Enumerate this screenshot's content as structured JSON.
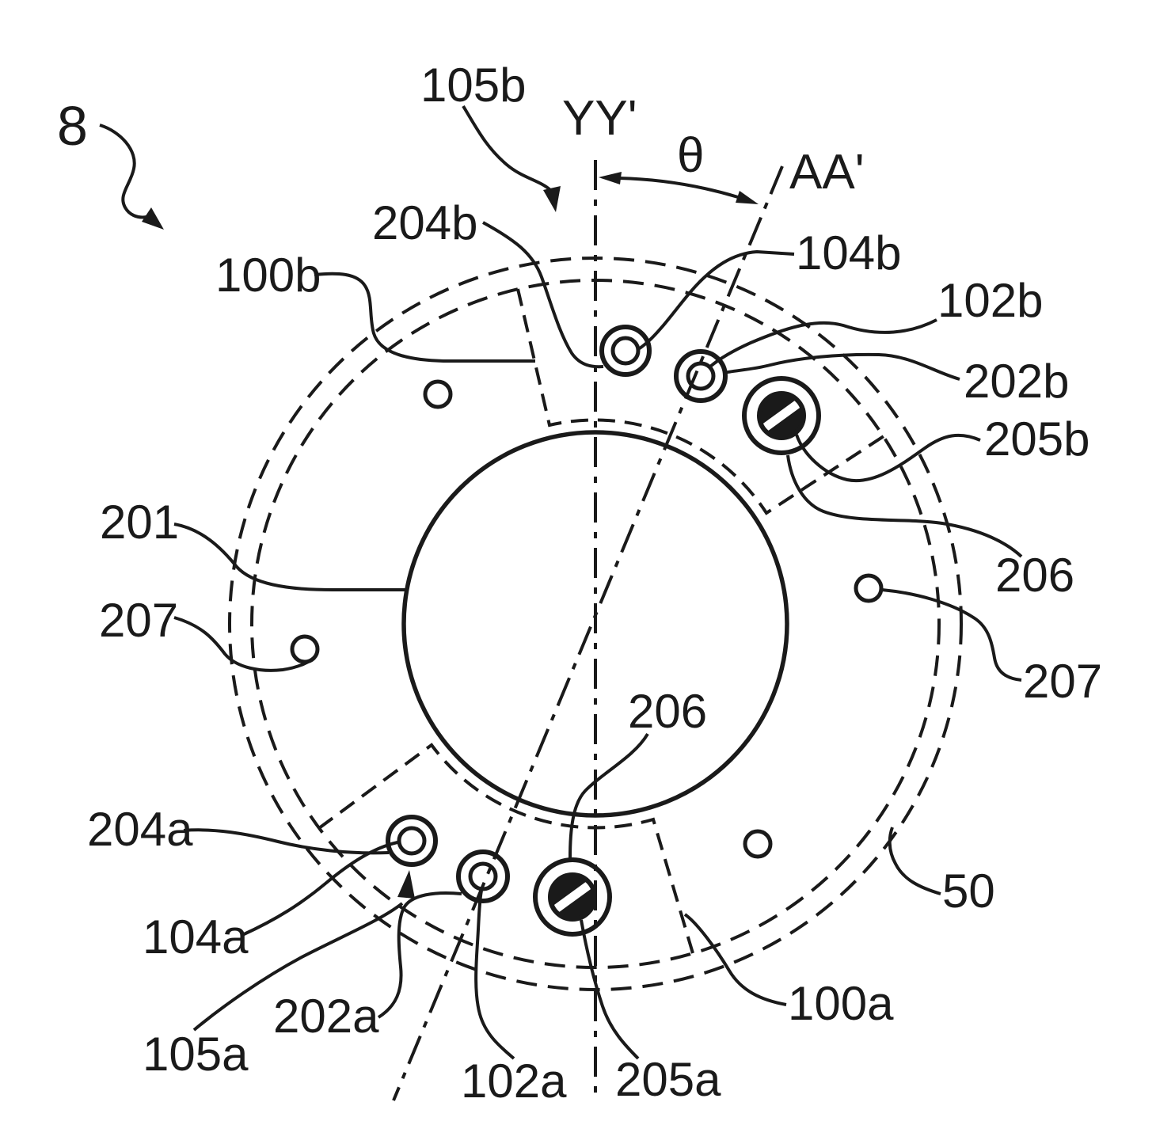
{
  "figure": {
    "kind": "patent-technical-drawing",
    "background_color": "#ffffff",
    "line_color": "#1a1a1a",
    "fig_number": "8"
  },
  "axes": {
    "vertical_axis": "YY'",
    "slanted_axis": "AA'",
    "angle_symbol": "θ"
  },
  "labels": {
    "fig_number": "8",
    "n_105b": "105b",
    "n_204b": "204b",
    "n_100b": "100b",
    "n_104b": "104b",
    "n_102b": "102b",
    "n_202b": "202b",
    "n_205b": "205b",
    "n_206_right": "206",
    "n_201": "201",
    "n_207_left": "207",
    "n_207_right": "207",
    "n_206_center": "206",
    "n_204a": "204a",
    "n_104a": "104a",
    "n_202a": "202a",
    "n_105a": "105a",
    "n_102a": "102a",
    "n_205a": "205a",
    "n_100a": "100a",
    "n_50": "50"
  },
  "geometry_notes": {
    "outer_dashed_circle": "plate 50 outline",
    "middle_dashed_circle": "inner dashed outline",
    "central_solid_circle": "201 center bore",
    "dashed_wedges": "100a / 100b magnet sectors",
    "screws": "205a / 205b in counterbores 206",
    "small_holes": "207 holes (4x)"
  }
}
